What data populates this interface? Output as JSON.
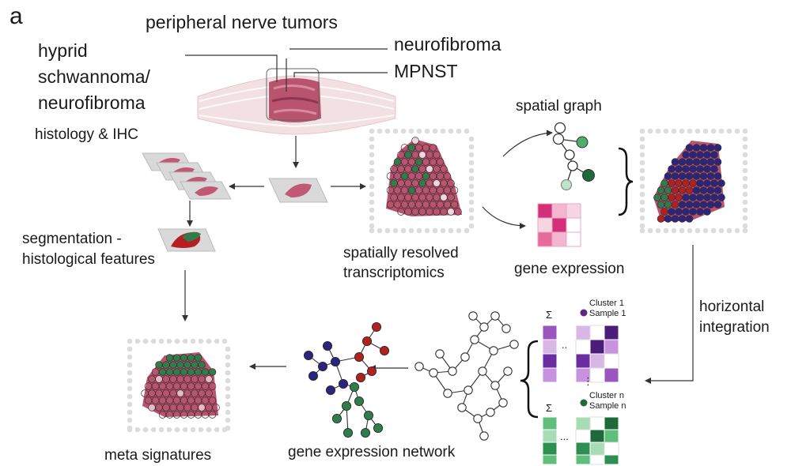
{
  "panel_letter": "a",
  "labels": {
    "peripheral_nerve_tumors": "peripheral nerve tumors",
    "neurofibroma": "neurofibroma",
    "mpnst": "MPNST",
    "hybrid_line1": "hyprid",
    "hybrid_line2": "schwannoma/",
    "hybrid_line3": "neurofibroma",
    "histology_ihc": "histology & IHC",
    "segmentation_line1": "segmentation -",
    "segmentation_line2": "histological features",
    "spatially_line1": "spatially resolved",
    "spatially_line2": "transcriptomics",
    "spatial_graph": "spatial graph",
    "gene_expression": "gene expression",
    "horizontal_line1": "horizontal",
    "horizontal_line2": "integration",
    "meta_signatures": "meta signatures",
    "gene_expression_network": "gene expression network",
    "cluster_1": "Cluster 1",
    "sample_1": "Sample 1",
    "cluster_n": "Cluster n",
    "sample_n": "Sample n",
    "sigma_top": "Σ",
    "sigma_bottom": "Σ",
    "ellipsis_top": "..",
    "ellipsis_bottom": "...",
    "vertical_dots": "⋮"
  },
  "colors": {
    "tissue": "#b8546e",
    "tissue_light": "#e6b7c4",
    "green": "#2e7d4a",
    "light_green": "#bfe3c8",
    "red": "#b22020",
    "purple": "#4b1c7a",
    "navy": "#2a2680",
    "magenta": "#d4307a",
    "pink_light": "#f2b6cf",
    "dot_grey": "#dcdcdc",
    "arrow": "#333333"
  }
}
